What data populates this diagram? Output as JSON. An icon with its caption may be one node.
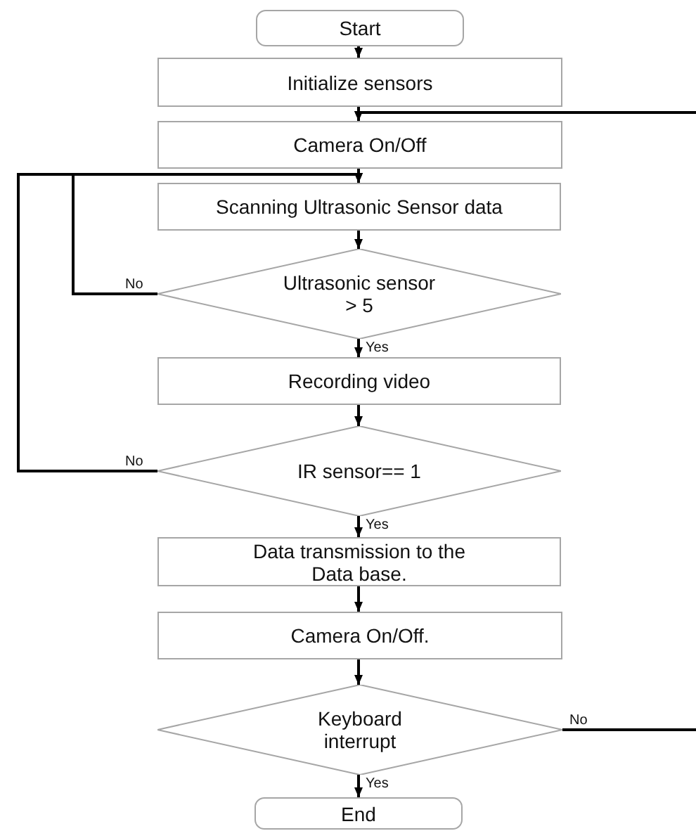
{
  "diagram": {
    "nodes": [
      {
        "text": [
          "Start"
        ]
      },
      {
        "text": [
          "Initialize sensors"
        ]
      },
      {
        "text": [
          "Camera On/Off"
        ]
      },
      {
        "text": [
          "Scanning Ultrasonic Sensor data"
        ]
      },
      {
        "text": [
          "Ultrasonic sensor > 5"
        ]
      },
      {
        "text": [
          "Recording video"
        ]
      },
      {
        "text": [
          "IR sensor== 1"
        ]
      },
      {
        "text": [
          "Data transmission to the Data base."
        ]
      },
      {
        "text": [
          "Camera On/Off."
        ]
      },
      {
        "text": [
          "Keyboard interrupt"
        ]
      },
      {
        "text": [
          "End"
        ]
      }
    ],
    "edges": [
      {
        "from": 0,
        "to": 1,
        "arrow": "to"
      },
      {
        "from": 1,
        "to": 2,
        "arrow": "to"
      },
      {
        "from": null,
        "to": 2,
        "arrow": "to"
      },
      {
        "from": 2,
        "to": 3,
        "arrow": "to"
      },
      {
        "from": 3,
        "to": 4,
        "arrow": "to"
      },
      {
        "from": 4,
        "to": 3,
        "label": "No",
        "arrow": "to"
      },
      {
        "from": 4,
        "to": 5,
        "label": "Yes",
        "arrow": "to"
      },
      {
        "from": 5,
        "to": 6,
        "arrow": "to"
      },
      {
        "from": 6,
        "to": 3,
        "label": "No",
        "arrow": "to"
      },
      {
        "from": 6,
        "to": 7,
        "label": "Yes",
        "arrow": "to"
      },
      {
        "from": 7,
        "to": 8,
        "arrow": "to"
      },
      {
        "from": 8,
        "to": 9,
        "arrow": "to"
      },
      {
        "from": 9,
        "to": null,
        "label": "No",
        "arrow": "none"
      },
      {
        "from": 9,
        "to": 10,
        "label": "Yes",
        "arrow": "to"
      }
    ]
  }
}
